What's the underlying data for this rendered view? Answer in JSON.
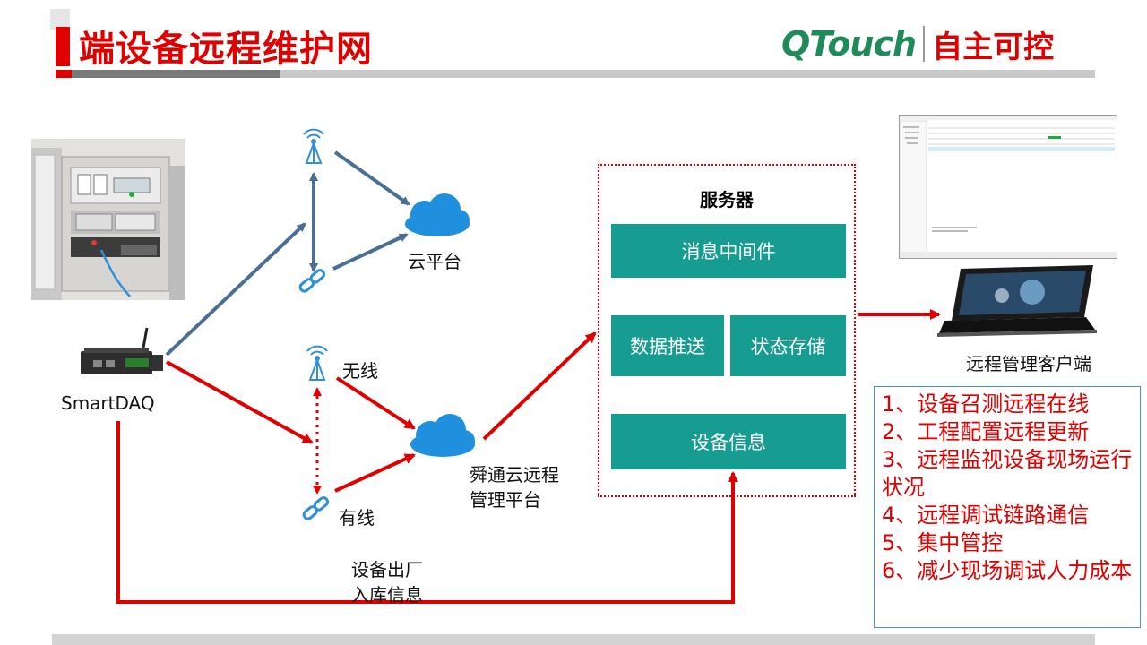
{
  "header": {
    "title": "端设备远程维护网",
    "logo_en": "QTouch",
    "logo_cn": "自主可控"
  },
  "devices": {
    "smartdaq_label": "SmartDAQ"
  },
  "upper_network": {
    "cloud_label": "云平台"
  },
  "lower_network": {
    "wireless_label": "无线",
    "wired_label": "有线",
    "cloud_label_line1": "舜通云远程",
    "cloud_label_line2": "管理平台"
  },
  "server": {
    "title": "服务器",
    "middleware": "消息中间件",
    "data_push": "数据推送",
    "state_storage": "状态存储",
    "device_info": "设备信息"
  },
  "bottom_path": {
    "label_line1": "设备出厂",
    "label_line2": "入库信息"
  },
  "client": {
    "label": "远程管理客户端"
  },
  "features": [
    "1、设备召测远程在线",
    "2、工程配置远程更新",
    "3、远程监视设备现场运行状况",
    "4、远程调试链路通信",
    "5、集中管控",
    "6、减少现场调试人力成本"
  ],
  "colors": {
    "brand_red": "#e00000",
    "teal": "#179c92",
    "arrow_blue": "#4a6f97",
    "icon_blue": "#2f8fd8",
    "logo_green": "#1f8a5a"
  }
}
